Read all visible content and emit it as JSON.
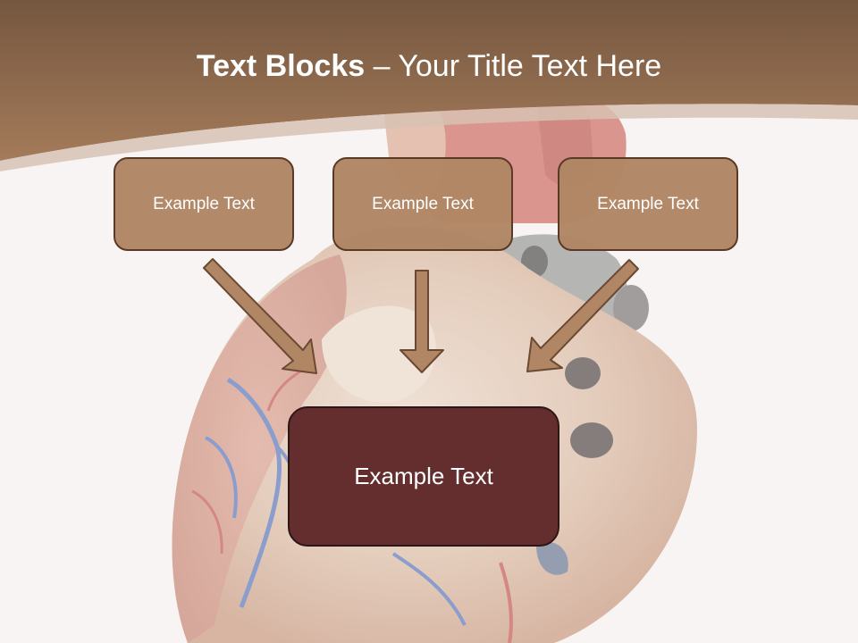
{
  "slide": {
    "title_bold": "Text Blocks",
    "title_dash": " – ",
    "title_rest": "Your Title Text Here",
    "boxes": [
      {
        "label": "Example Text"
      },
      {
        "label": "Example Text"
      },
      {
        "label": "Example Text"
      }
    ],
    "center_box": {
      "label": "Example Text"
    }
  },
  "colors": {
    "header_brown": "#8a6448",
    "box_fill": "#b08664",
    "box_border": "#5a3a26",
    "center_fill": "#642e2f",
    "arrow_fill": "#b08664",
    "background": "#f7f4f3"
  },
  "icons": {
    "background_image": "heart-anatomy-illustration",
    "arrows": [
      "arrow-down-right-icon",
      "arrow-down-icon",
      "arrow-down-left-icon"
    ]
  }
}
